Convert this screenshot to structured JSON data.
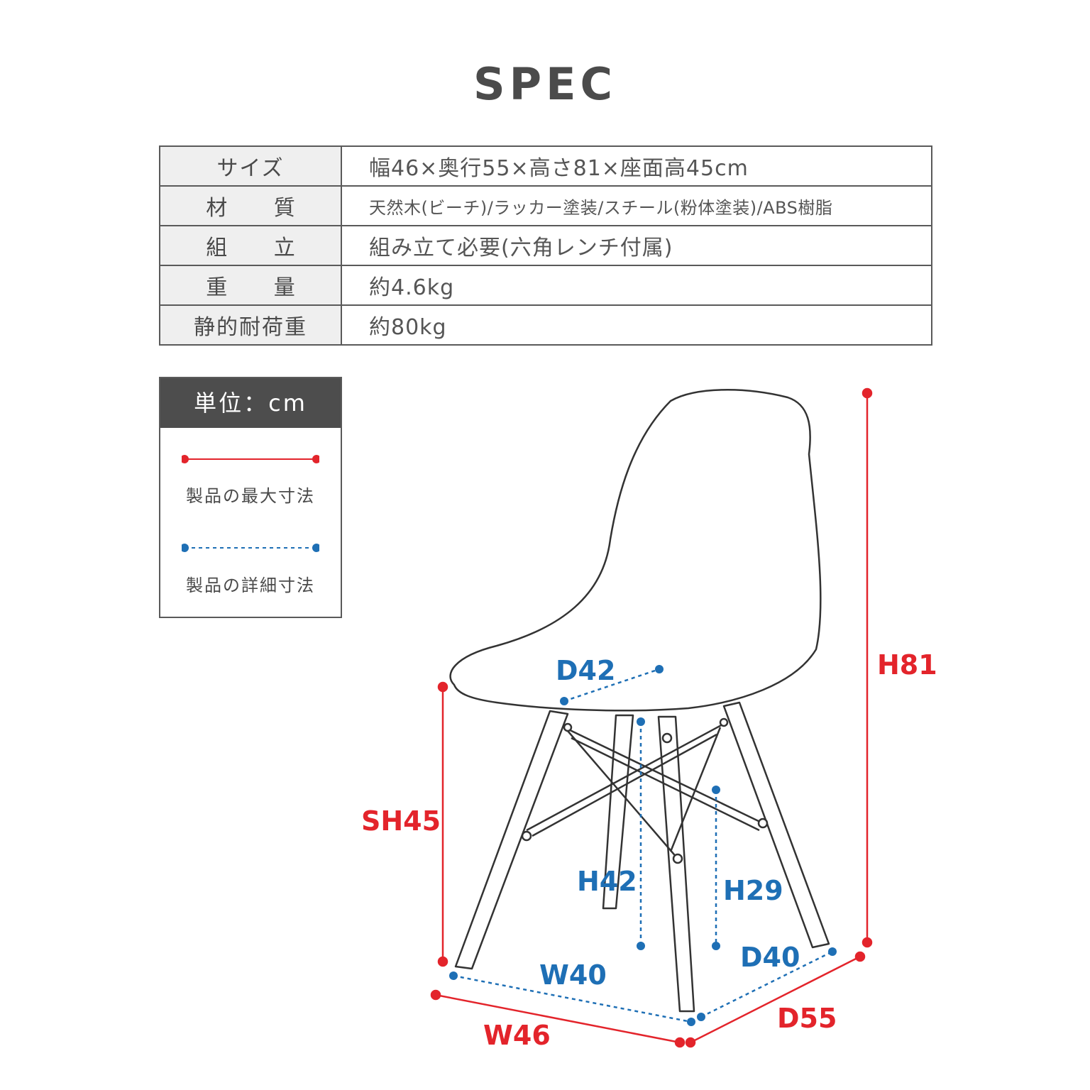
{
  "title": "SPEC",
  "spec_table": [
    {
      "label": "サイズ",
      "value": "幅46×奥行55×高さ81×座面高45cm"
    },
    {
      "label": "材 質",
      "value": "天然木(ビーチ)/ラッカー塗装/スチール(粉体塗装)/ABS樹脂"
    },
    {
      "label": "組 立",
      "value": "組み立て必要(六角レンチ付属)"
    },
    {
      "label": "重 量",
      "value": "約4.6kg"
    },
    {
      "label": "静的耐荷重",
      "value": "約80kg"
    }
  ],
  "legend": {
    "unit": "単位：cm",
    "max_label": "製品の最大寸法",
    "detail_label": "製品の詳細寸法"
  },
  "dimensions": {
    "height": "H81",
    "seat_height": "SH45",
    "width": "W46",
    "depth": "D55",
    "seat_depth": "D42",
    "inner_width": "W40",
    "inner_depth": "D40",
    "inner_height_1": "H42",
    "inner_height_2": "H29"
  },
  "colors": {
    "max_dimension": "#e3242b",
    "detail_dimension": "#1e6fb5",
    "header_bg": "#4d4d4d",
    "label_bg": "#efefef"
  }
}
